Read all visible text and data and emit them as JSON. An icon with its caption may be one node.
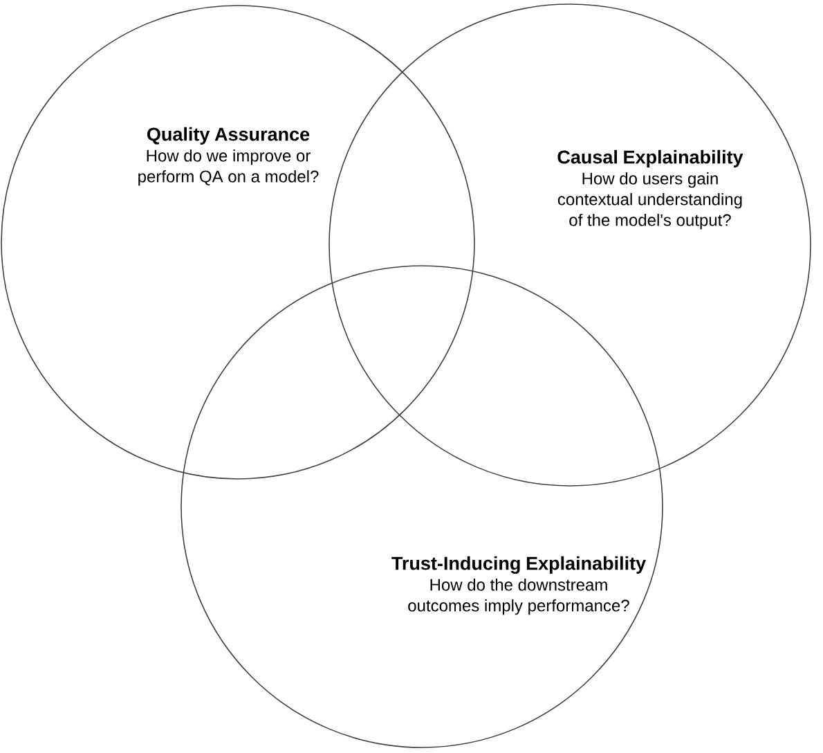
{
  "diagram": {
    "nodes": [
      {
        "text": [
          "Quality Assurance",
          "How do we improve or perform QA on a model?"
        ]
      },
      {
        "text": [
          "Causal Explainability",
          "How do users gain contextual understanding of the model's output?"
        ]
      },
      {
        "text": [
          "Trust-Inducing Explainability",
          "How do the downstream outcomes imply performance?"
        ]
      }
    ]
  }
}
